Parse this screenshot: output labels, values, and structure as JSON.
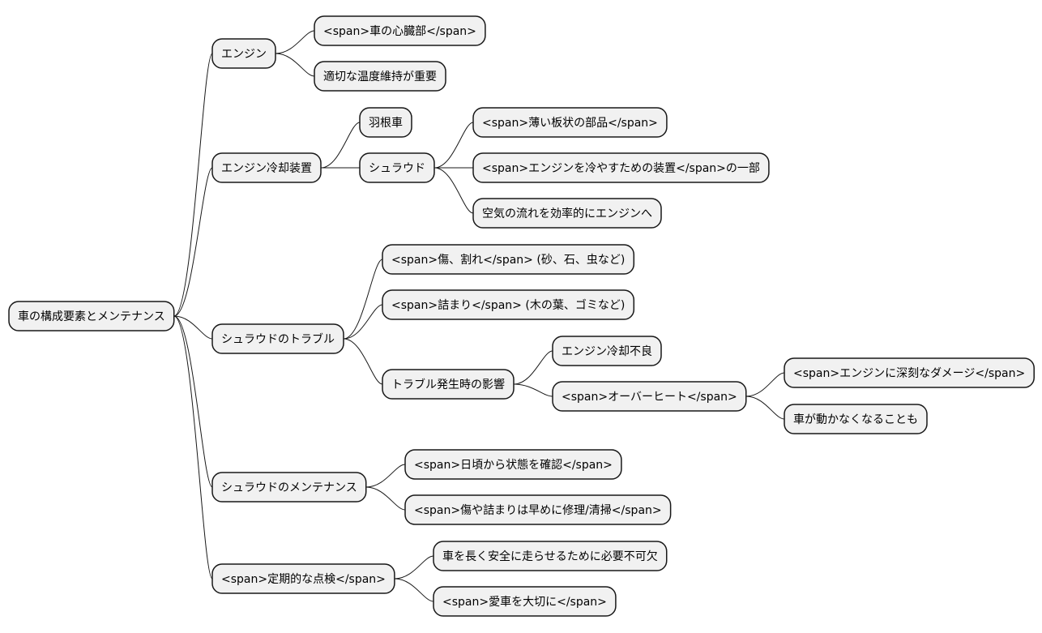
{
  "mindmap": {
    "root": {
      "id": "root",
      "label": "車の構成要素とメンテナンス",
      "children": [
        {
          "id": "engine",
          "label": "エンジン",
          "children": [
            {
              "id": "engine-heart",
              "label": "<span>車の心臓部</span>"
            },
            {
              "id": "engine-temp",
              "label": "適切な温度維持が重要"
            }
          ]
        },
        {
          "id": "cooling",
          "label": "エンジン冷却装置",
          "children": [
            {
              "id": "impeller",
              "label": "羽根車"
            },
            {
              "id": "shroud",
              "label": "シュラウド",
              "children": [
                {
                  "id": "shroud-thin",
                  "label": "<span>薄い板状の部品</span>"
                },
                {
                  "id": "shroud-part",
                  "label": "<span>エンジンを冷やすための装置</span>の一部"
                },
                {
                  "id": "shroud-air",
                  "label": "空気の流れを効率的にエンジンへ"
                }
              ]
            }
          ]
        },
        {
          "id": "trouble",
          "label": "シュラウドのトラブル",
          "children": [
            {
              "id": "trouble-crack",
              "label": "<span>傷、割れ</span> (砂、石、虫など)"
            },
            {
              "id": "trouble-clog",
              "label": "<span>詰まり</span> (木の葉、ゴミなど)"
            },
            {
              "id": "trouble-impact",
              "label": "トラブル発生時の影響",
              "children": [
                {
                  "id": "impact-cooling",
                  "label": "エンジン冷却不良"
                },
                {
                  "id": "impact-overheat",
                  "label": "<span>オーバーヒート</span>",
                  "children": [
                    {
                      "id": "overheat-damage",
                      "label": "<span>エンジンに深刻なダメージ</span>"
                    },
                    {
                      "id": "overheat-stop",
                      "label": "車が動かなくなることも"
                    }
                  ]
                }
              ]
            }
          ]
        },
        {
          "id": "maintenance",
          "label": "シュラウドのメンテナンス",
          "children": [
            {
              "id": "maint-check",
              "label": "<span>日頃から状態を確認</span>"
            },
            {
              "id": "maint-repair",
              "label": "<span>傷や詰まりは早めに修理/清掃</span>"
            }
          ]
        },
        {
          "id": "inspection",
          "label": "<span>定期的な点検</span>",
          "children": [
            {
              "id": "insp-essential",
              "label": "車を長く安全に走らせるために必要不可欠"
            },
            {
              "id": "insp-care",
              "label": "<span>愛車を大切に</span>"
            }
          ]
        }
      ]
    }
  }
}
